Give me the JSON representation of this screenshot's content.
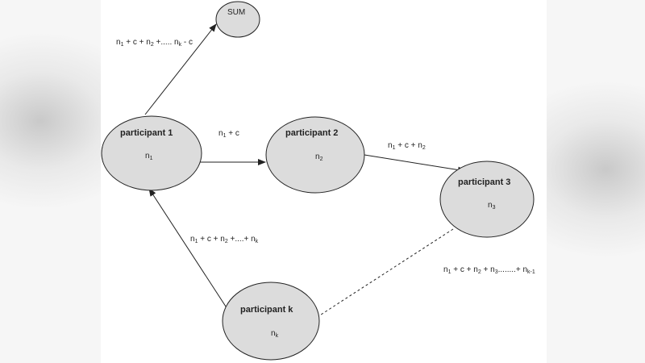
{
  "nodes": {
    "sum": {
      "label": "SUM"
    },
    "p1": {
      "label": "participant  1",
      "value_base": "n",
      "value_sub": "1"
    },
    "p2": {
      "label": "participant 2",
      "value_base": "n",
      "value_sub": "2"
    },
    "p3": {
      "label": "participant 3",
      "value_base": "n",
      "value_sub": "3"
    },
    "pk": {
      "label": "participant k",
      "value_base": "n",
      "value_sub": "k"
    }
  },
  "edges": {
    "p1_to_sum": [
      {
        "t": "n"
      },
      {
        "s": "1"
      },
      {
        "t": " + c + n"
      },
      {
        "s": "2"
      },
      {
        "t": " +..... n"
      },
      {
        "s": "k"
      },
      {
        "t": " - c"
      }
    ],
    "p1_to_p2": [
      {
        "t": "n"
      },
      {
        "s": "1"
      },
      {
        "t": " + c"
      }
    ],
    "p2_to_p3": [
      {
        "t": "n"
      },
      {
        "s": "1"
      },
      {
        "t": " + c + n"
      },
      {
        "s": "2"
      }
    ],
    "p3_to_pk": [
      {
        "t": "n"
      },
      {
        "s": "1"
      },
      {
        "t": " + c + n"
      },
      {
        "s": "2"
      },
      {
        "t": " + n"
      },
      {
        "s": "3"
      },
      {
        "t": "........+ n"
      },
      {
        "s": "k-1"
      }
    ],
    "pk_to_p1": [
      {
        "t": "n"
      },
      {
        "s": "1"
      },
      {
        "t": " + c + n"
      },
      {
        "s": "2"
      },
      {
        "t": " +....+ n"
      },
      {
        "s": "k"
      }
    ]
  },
  "colors": {
    "node_fill": "#dcdcdc",
    "stroke": "#222222"
  }
}
